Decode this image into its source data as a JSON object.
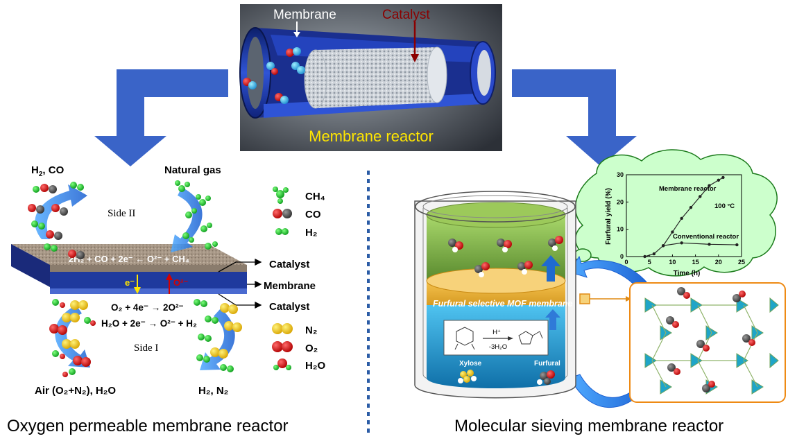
{
  "top_panel": {
    "membrane_label": "Membrane",
    "catalyst_label": "Catalyst",
    "title": "Membrane reactor",
    "colors": {
      "title": "#ffe600",
      "catalyst": "#8b0000",
      "membrane_label": "#ffffff"
    }
  },
  "left_panel": {
    "h2_co_label": "H",
    "h2_co_sub": "2",
    "h2_co_rest": ", CO",
    "natural_gas_label": "Natural gas",
    "side2_label": "Side II",
    "side1_label": "Side I",
    "eq_top": "2H₂ + CO + 2e⁻ ← O²⁻ + CH₄",
    "eq_o2": "O₂ + 4e⁻ → 2O²⁻",
    "eq_h2o": "H₂O + 2e⁻ → O²⁻ + H₂",
    "electron_label": "e⁻",
    "oxide_label": "O²⁻",
    "catalyst_top": "Catalyst",
    "membrane": "Membrane",
    "catalyst_bottom": "Catalyst",
    "air_label": "Air (O₂+N₂), H₂O",
    "h2_n2_label": "H₂, N₂",
    "legend": [
      "CH₄",
      "CO",
      "H₂",
      "N₂",
      "O₂",
      "H₂O"
    ],
    "caption": "Oxygen permeable membrane reactor"
  },
  "right_panel": {
    "mof_label": "Furfural selective MOF membrane",
    "reaction_cat": "H⁺",
    "reaction_loss": "-3H₂O",
    "xylose_label": "Xylose",
    "furfural_label": "Furfural",
    "caption": "Molecular sieving membrane reactor"
  },
  "chart_data": {
    "type": "line",
    "xlabel": "Time (h)",
    "ylabel": "Furfural yield (%)",
    "annotation": "100 °C",
    "xlim": [
      0,
      25
    ],
    "ylim": [
      0,
      30
    ],
    "xticks": [
      0,
      5,
      10,
      15,
      20,
      25
    ],
    "yticks": [
      0,
      10,
      20,
      30
    ],
    "series": [
      {
        "name": "Membrane reactor",
        "x": [
          4,
          6,
          8,
          10,
          12,
          14,
          16,
          18,
          20,
          21
        ],
        "y": [
          0,
          1,
          4,
          9,
          14,
          18,
          22,
          26,
          28,
          29
        ]
      },
      {
        "name": "Conventional reactor",
        "x": [
          8,
          12,
          18,
          24
        ],
        "y": [
          4,
          5,
          4.5,
          4.3
        ]
      }
    ]
  }
}
